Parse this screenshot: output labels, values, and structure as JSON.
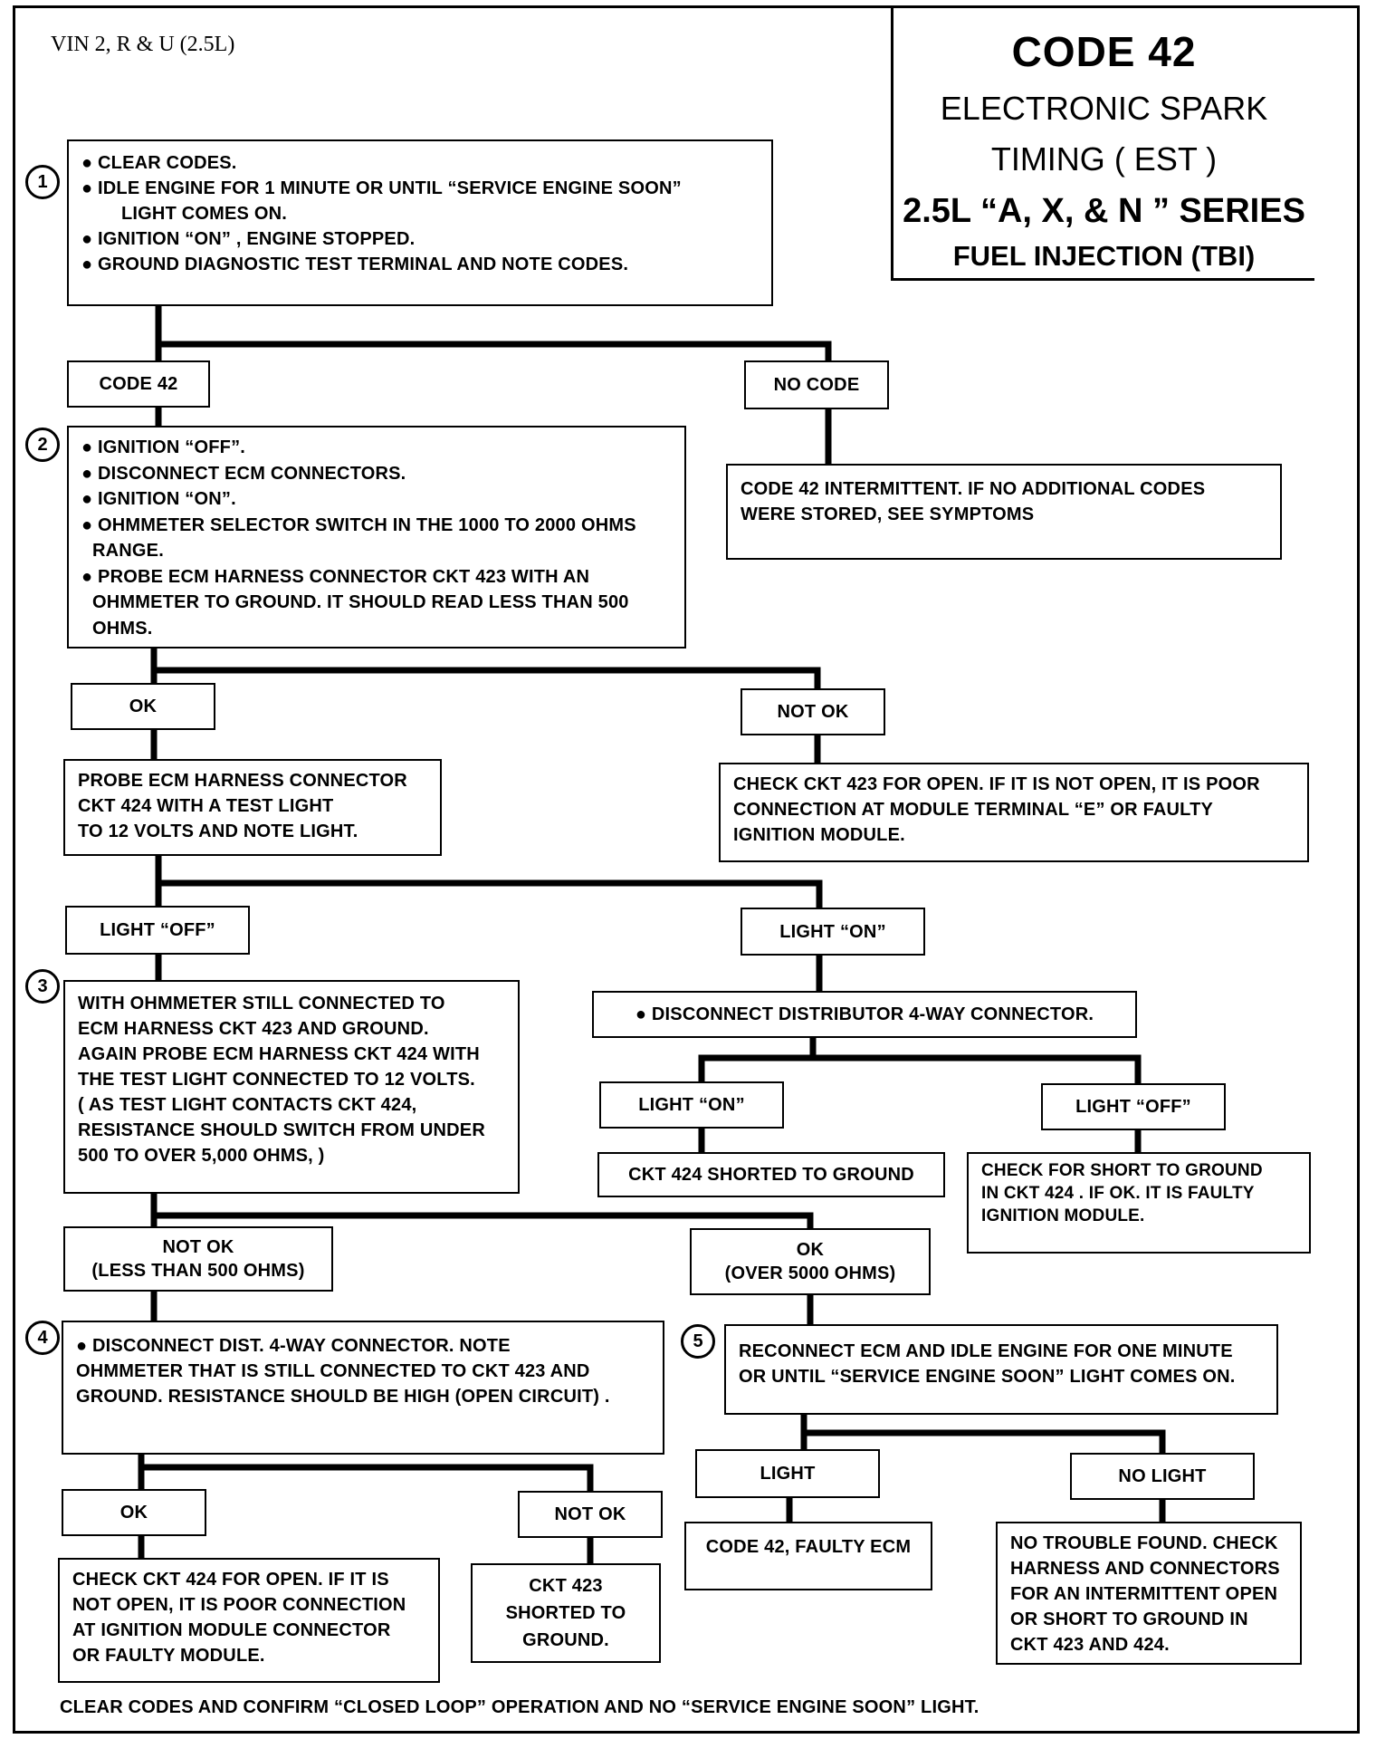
{
  "header": {
    "vin": "VIN 2, R & U (2.5L)",
    "code": "CODE 42",
    "title_line1": "ELECTRONIC SPARK",
    "title_line2": "TIMING ( EST )",
    "series": "2.5L “A, X, & N ” SERIES",
    "system": "FUEL INJECTION (TBI)"
  },
  "steps": [
    "1",
    "2",
    "3",
    "4",
    "5"
  ],
  "boxes": {
    "step1": [
      "● CLEAR CODES.",
      "● IDLE ENGINE FOR 1 MINUTE OR UNTIL “SERVICE ENGINE SOON”",
      "LIGHT COMES ON.",
      "● IGNITION “ON” , ENGINE STOPPED.",
      "● GROUND DIAGNOSTIC TEST TERMINAL AND NOTE CODES."
    ],
    "code42": "CODE 42",
    "nocode": "NO CODE",
    "intermittent": [
      "CODE 42 INTERMITTENT. IF NO ADDITIONAL CODES",
      "WERE STORED, SEE SYMPTOMS"
    ],
    "step2": [
      "● IGNITION “OFF”.",
      "● DISCONNECT ECM CONNECTORS.",
      "● IGNITION “ON”.",
      "● OHMMETER SELECTOR SWITCH IN THE 1000 TO 2000 OHMS",
      "RANGE.",
      "● PROBE ECM HARNESS CONNECTOR CKT 423  WITH AN",
      "OHMMETER TO GROUND. IT SHOULD READ LESS THAN 500",
      "OHMS."
    ],
    "ok1": "OK",
    "notok1": "NOT OK",
    "probe424": [
      "PROBE ECM HARNESS CONNECTOR",
      "CKT 424  WITH A TEST LIGHT",
      "TO 12 VOLTS AND NOTE LIGHT."
    ],
    "check423": [
      "CHECK CKT 423 FOR OPEN. IF IT IS NOT OPEN, IT IS POOR",
      "CONNECTION AT MODULE TERMINAL “E” OR FAULTY",
      "IGNITION MODULE."
    ],
    "lightoff1": "LIGHT “OFF”",
    "lighton1": "LIGHT “ON”",
    "step3": [
      "WITH OHMMETER STILL CONNECTED TO",
      "ECM HARNESS CKT 423 AND GROUND.",
      "AGAIN PROBE ECM HARNESS CKT 424 WITH",
      "THE TEST LIGHT CONNECTED TO 12 VOLTS.",
      "( AS TEST LIGHT CONTACTS CKT 424,",
      "RESISTANCE SHOULD SWITCH FROM UNDER",
      "500 TO OVER 5,000 OHMS, )"
    ],
    "disconnect4way": "● DISCONNECT DISTRIBUTOR 4-WAY CONNECTOR.",
    "lighton2": "LIGHT “ON”",
    "lightoff2": "LIGHT “OFF”",
    "shorted424": "CKT 424 SHORTED TO GROUND",
    "checkshort": [
      "CHECK FOR SHORT TO GROUND",
      "IN CKT 424 . IF OK. IT IS FAULTY",
      "IGNITION MODULE."
    ],
    "notok2": [
      "NOT OK",
      "(LESS THAN 500 OHMS)"
    ],
    "ok2": [
      "OK",
      "(OVER 5000 OHMS)"
    ],
    "step4": [
      "● DISCONNECT DIST. 4-WAY CONNECTOR. NOTE",
      "OHMMETER THAT IS STILL CONNECTED TO CKT 423  AND",
      "GROUND. RESISTANCE SHOULD BE HIGH (OPEN CIRCUIT) ."
    ],
    "step5": [
      "RECONNECT ECM AND IDLE ENGINE FOR ONE MINUTE",
      "OR UNTIL “SERVICE ENGINE SOON” LIGHT COMES ON."
    ],
    "ok3": "OK",
    "notok3": "NOT OK",
    "light": "LIGHT",
    "nolight": "NO LIGHT",
    "check424": [
      "CHECK CKT 424 FOR OPEN. IF IT IS",
      "NOT OPEN, IT IS POOR CONNECTION",
      "AT IGNITION MODULE CONNECTOR",
      "OR FAULTY MODULE."
    ],
    "shorted423": [
      "CKT 423",
      "SHORTED TO",
      "GROUND."
    ],
    "faultyecm": "CODE 42, FAULTY ECM",
    "notrouble": [
      "NO TROUBLE FOUND. CHECK",
      "HARNESS AND CONNECTORS",
      "FOR AN INTERMITTENT OPEN",
      "OR SHORT TO GROUND IN",
      "CKT 423 AND 424."
    ]
  },
  "footer": "CLEAR CODES AND CONFIRM “CLOSED LOOP” OPERATION AND NO “SERVICE ENGINE SOON” LIGHT."
}
